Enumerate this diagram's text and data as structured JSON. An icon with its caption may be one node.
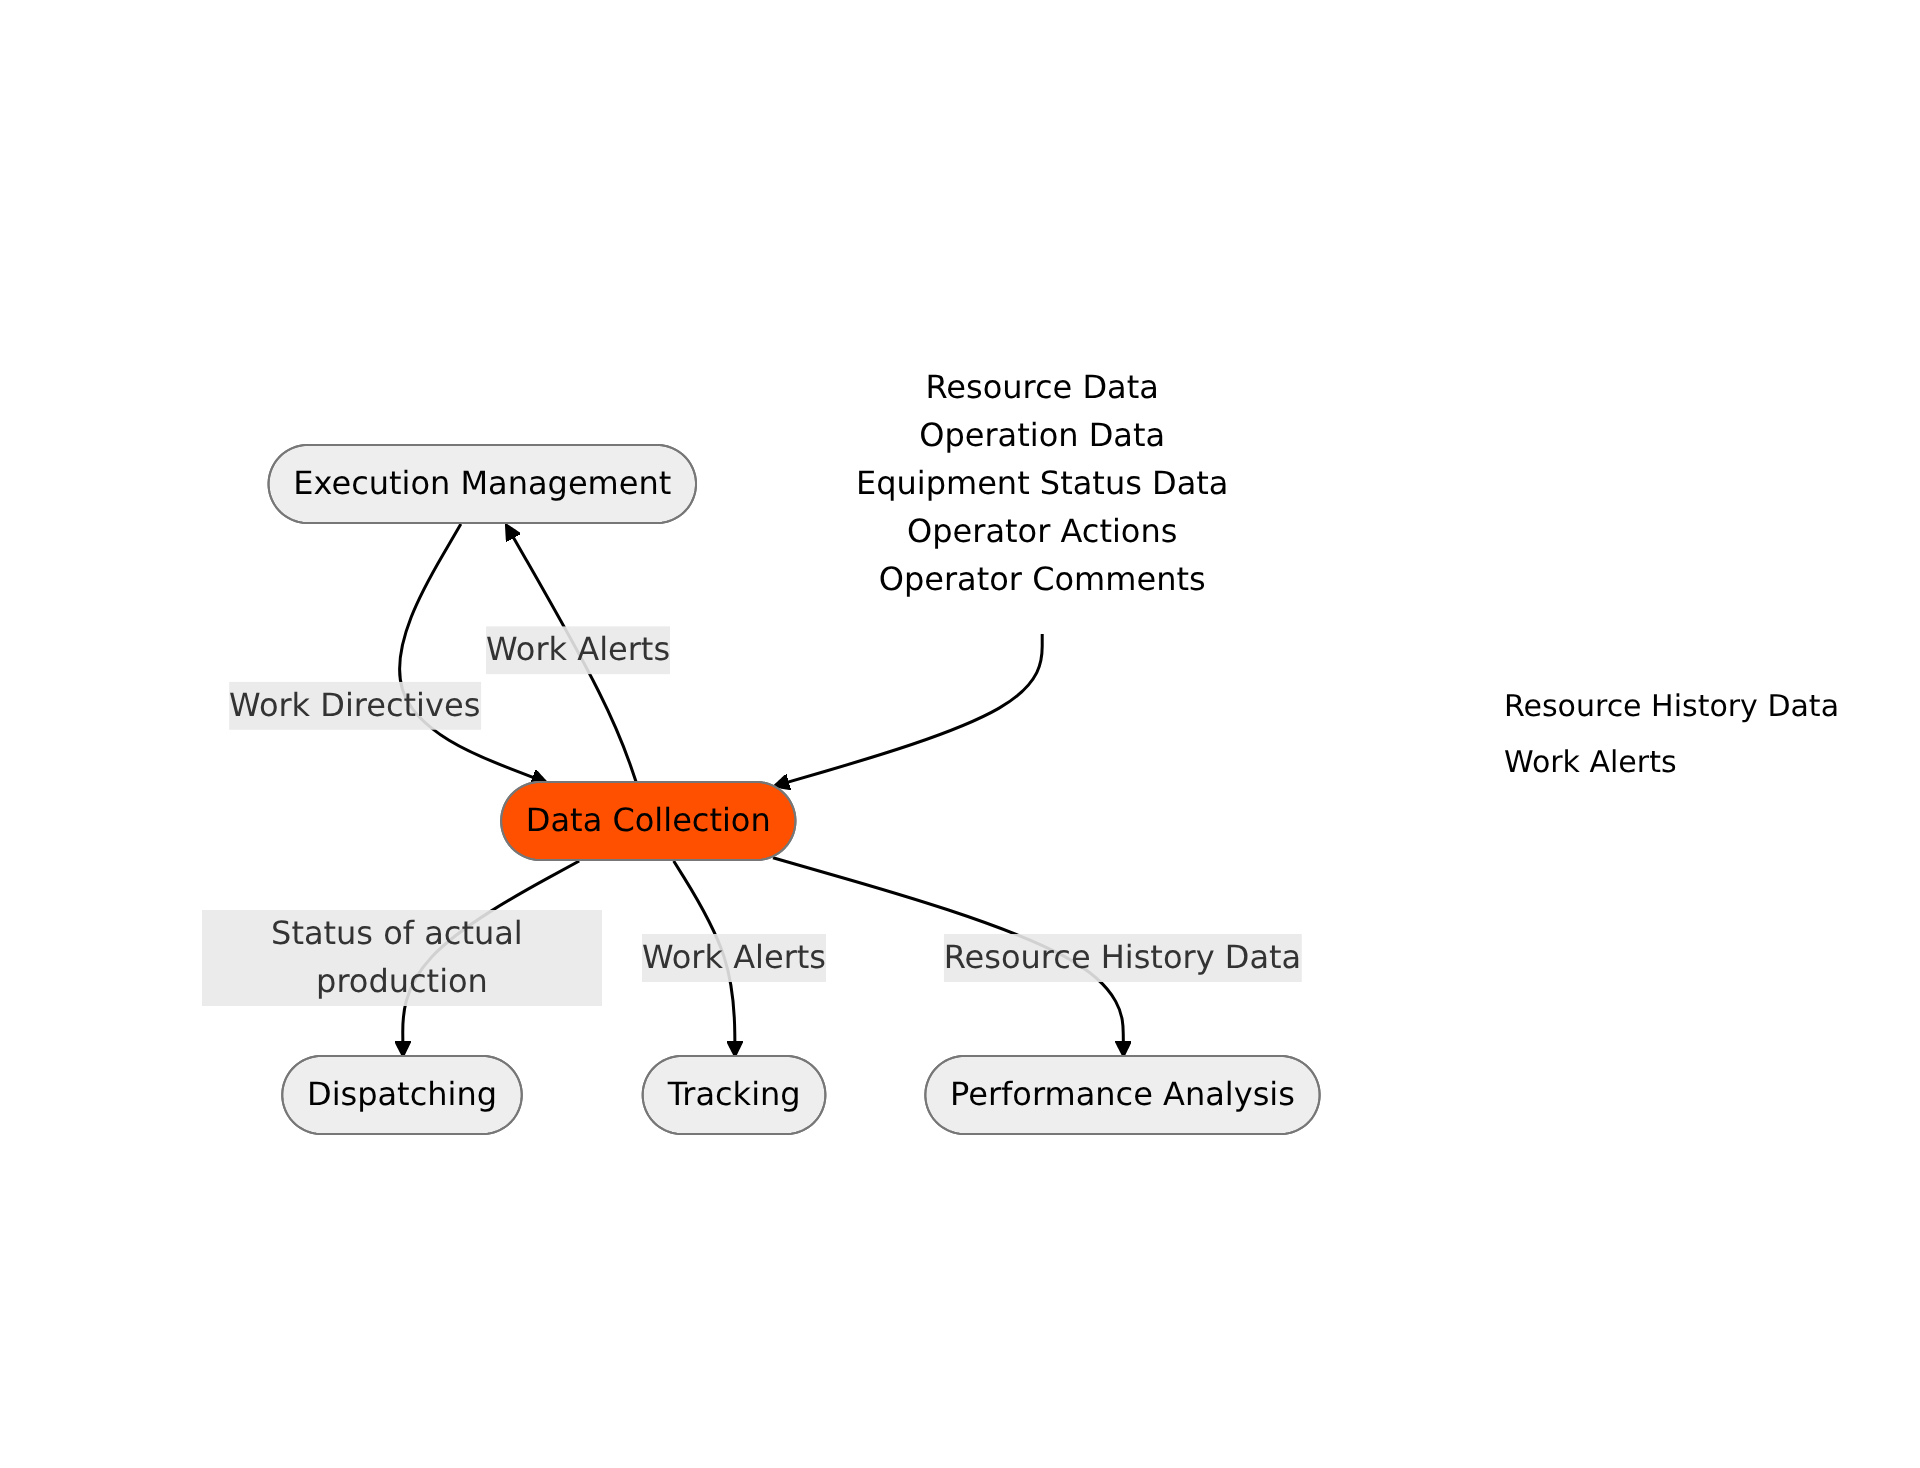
{
  "diagram": {
    "nodes": [
      {
        "text": [
          "Dispatching"
        ]
      },
      {
        "text": [
          "Tracking"
        ]
      },
      {
        "text": [
          "Execution Management"
        ]
      },
      {
        "text": [
          "Data Collection"
        ]
      },
      {
        "text": [
          "Performance Analysis"
        ]
      },
      {
        "text": [
          "Resource Data",
          "Operation Data",
          "Equipment Status Data",
          "Operator Actions",
          "Operator Comments"
        ]
      }
    ],
    "edges": [
      {
        "from": 3,
        "to": 0,
        "arrow": "to",
        "label": "Status of actual production"
      },
      {
        "from": 3,
        "to": 1,
        "arrow": "to",
        "label": "Work Alerts"
      },
      {
        "from": 2,
        "to": 3,
        "arrow": "to",
        "label": "Work Directives"
      },
      {
        "from": 3,
        "to": 4,
        "arrow": "to",
        "label": "Resource History Data"
      },
      {
        "from": 3,
        "to": 2,
        "arrow": "to",
        "label": "Work Alerts"
      },
      {
        "from": 5,
        "to": 3,
        "arrow": "to"
      }
    ],
    "labels": [
      "Resource History Data",
      "Work Alerts"
    ]
  }
}
